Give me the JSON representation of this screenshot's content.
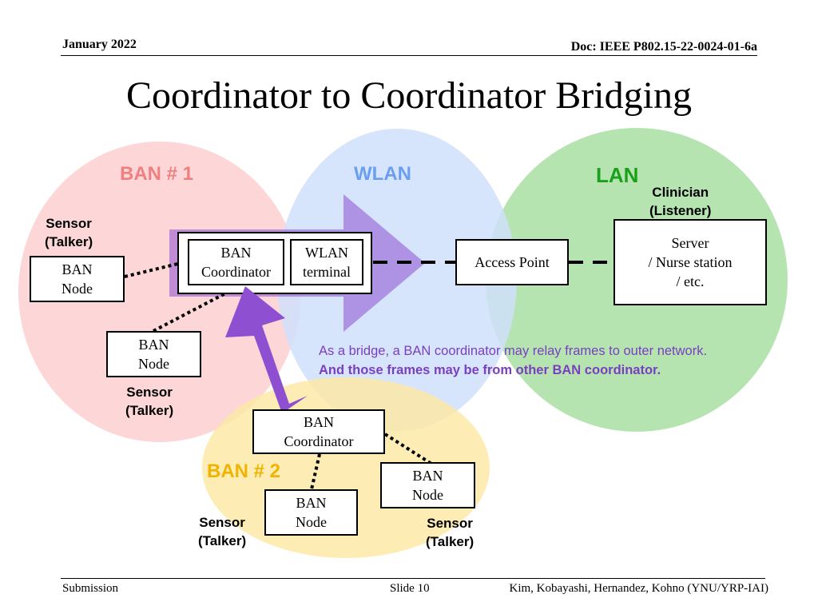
{
  "header": {
    "date": "January 2022",
    "doc": "Doc: IEEE P802.15-22-0024-01-6a"
  },
  "title": "Coordinator to Coordinator Bridging",
  "regions": {
    "ban1": "BAN # 1",
    "wlan": "WLAN",
    "lan": "LAN",
    "ban2": "BAN # 2"
  },
  "labels": {
    "sensor_talker_left": "Sensor\n(Talker)",
    "sensor_talker_mid": "Sensor\n(Talker)",
    "sensor_talker_ban2_left": "Sensor\n(Talker)",
    "sensor_talker_ban2_right": "Sensor\n(Talker)",
    "clinician": "Clinician\n(Listener)"
  },
  "boxes": {
    "ban_node_left": "BAN\nNode",
    "ban_coordinator_top": "BAN\nCoordinator",
    "wlan_terminal": "WLAN\nterminal",
    "access_point": "Access Point",
    "server": "Server\n/ Nurse station\n/ etc.",
    "ban_node_mid": "BAN\nNode",
    "ban_coordinator_bottom": "BAN\nCoordinator",
    "ban_node_ban2_right": "BAN\nNode",
    "ban_node_ban2_bottom": "BAN\nNode"
  },
  "note": {
    "line1": "As a bridge, a BAN coordinator may relay frames to outer network.",
    "line2": "And those frames may be from other BAN coordinator."
  },
  "footer": {
    "left": "Submission",
    "center": "Slide 10",
    "right": "Kim, Kobayashi, Hernandez, Kohno (YNU/YRP-IAI)"
  },
  "colors": {
    "ban1": "#fdd3d3",
    "wlan": "#cfe0fb",
    "lan": "#a8dfa3",
    "ban2": "#fde9a6",
    "ban1_text": "#f08080",
    "wlan_text": "#6a9ef0",
    "lan_text": "#1aa01a",
    "ban2_text": "#f0b400",
    "arrow": "#8e4fd0",
    "note": "#7a3fbf"
  }
}
